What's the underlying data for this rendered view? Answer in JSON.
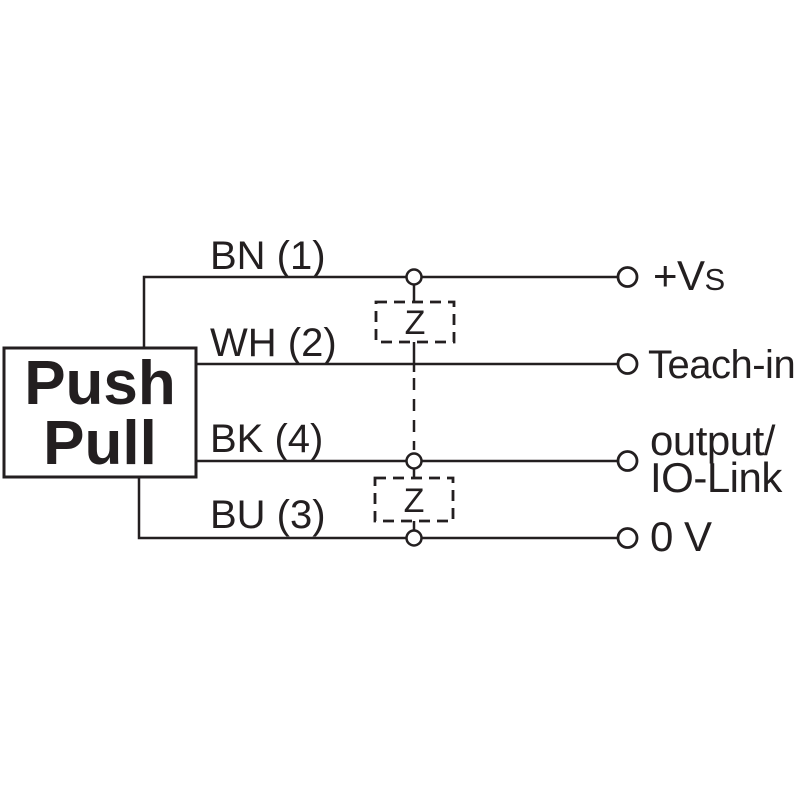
{
  "colors": {
    "ink": "#231f20",
    "background": "#ffffff"
  },
  "device": {
    "label_line1": "Push",
    "label_line2": "Pull"
  },
  "wires": [
    {
      "pin_label": "BN (1)",
      "terminal_label": "+V",
      "terminal_sub": "S"
    },
    {
      "pin_label": "WH (2)",
      "terminal_label": "Teach-in"
    },
    {
      "pin_label": "BK (4)",
      "terminal_label_line1": "output/",
      "terminal_label_line2": "IO-Link"
    },
    {
      "pin_label": "BU (3)",
      "terminal_label": "0 V"
    }
  ],
  "suppressors": [
    {
      "label": "Z"
    },
    {
      "label": "Z"
    }
  ]
}
